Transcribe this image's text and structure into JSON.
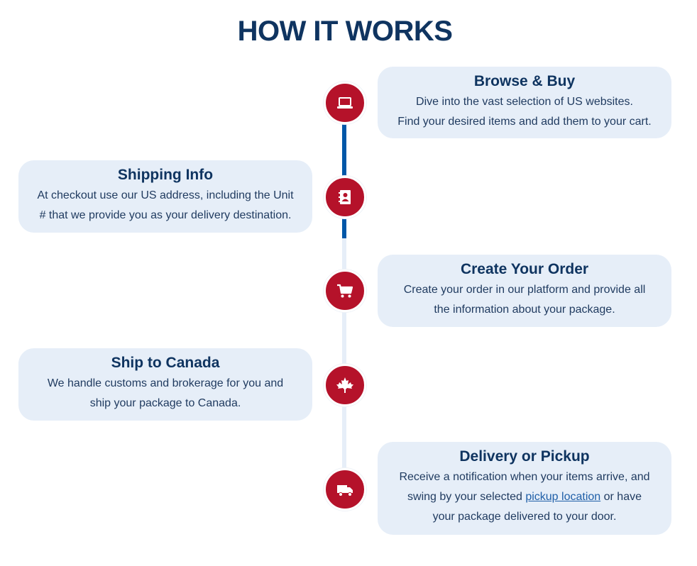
{
  "page": {
    "title": "HOW IT WORKS"
  },
  "steps": [
    {
      "icon": "laptop-icon",
      "title": "Browse & Buy",
      "lines": [
        "Dive into the vast selection of US websites.",
        "Find your desired items and add them to your cart."
      ]
    },
    {
      "icon": "address-book-icon",
      "title": "Shipping Info",
      "lines": [
        "At checkout use our US address, including the Unit",
        "# that we provide you as your delivery destination."
      ]
    },
    {
      "icon": "cart-icon",
      "title": "Create Your Order",
      "lines": [
        "Create your order in our platform and provide all",
        "the information about your package."
      ]
    },
    {
      "icon": "maple-leaf-icon",
      "title": "Ship to Canada",
      "lines": [
        "We handle customs and brokerage for you and",
        "ship your package to Canada."
      ]
    },
    {
      "icon": "truck-icon",
      "title": "Delivery or Pickup",
      "line1": "Receive a notification when your items arrive, and",
      "line2_before": "swing by your selected ",
      "line2_link": "pickup location",
      "line2_after": " or have",
      "line3": "your package delivered to your door."
    }
  ],
  "colors": {
    "brand_red": "#b5122a",
    "navy": "#0f3460",
    "card_bg": "#e6eef8",
    "timeline_blue": "#0057a8"
  }
}
